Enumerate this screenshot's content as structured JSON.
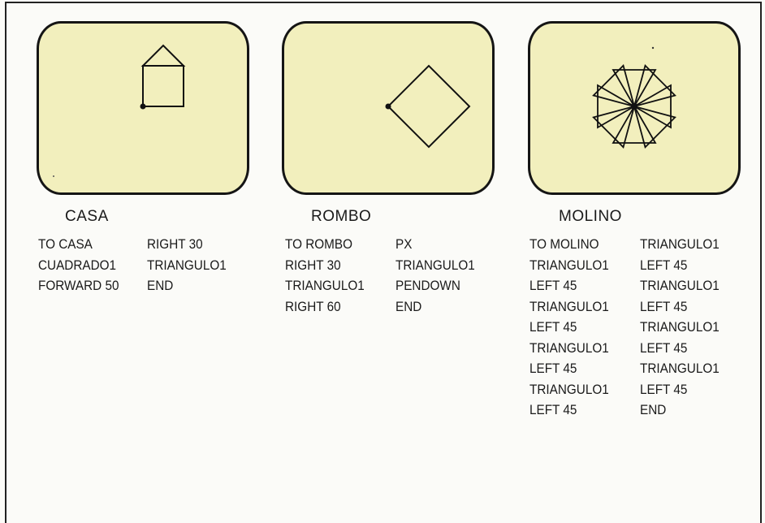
{
  "panels": [
    {
      "caption": "CASA",
      "left_lines": [
        "TO CASA",
        "CUADRADO1",
        "FORWARD 50"
      ],
      "right_lines": [
        "RIGHT 30",
        "TRIANGULO1",
        "END"
      ]
    },
    {
      "caption": "ROMBO",
      "left_lines": [
        "TO ROMBO",
        "RIGHT 30",
        "TRIANGULO1",
        "RIGHT 60"
      ],
      "right_lines": [
        "PX",
        "TRIANGULO1",
        "PENDOWN",
        "END"
      ]
    },
    {
      "caption": "MOLINO",
      "left_lines": [
        "TO MOLINO",
        "TRIANGULO1",
        "LEFT 45",
        "TRIANGULO1",
        "LEFT 45",
        "TRIANGULO1",
        "LEFT 45",
        "TRIANGULO1",
        "LEFT 45"
      ],
      "right_lines": [
        "TRIANGULO1",
        "LEFT 45",
        "TRIANGULO1",
        "LEFT 45",
        "TRIANGULO1",
        "LEFT 45",
        "TRIANGULO1",
        "LEFT 45",
        "END"
      ]
    }
  ],
  "colors": {
    "screen": "#f2efbd",
    "ink": "#1a1a1a"
  }
}
